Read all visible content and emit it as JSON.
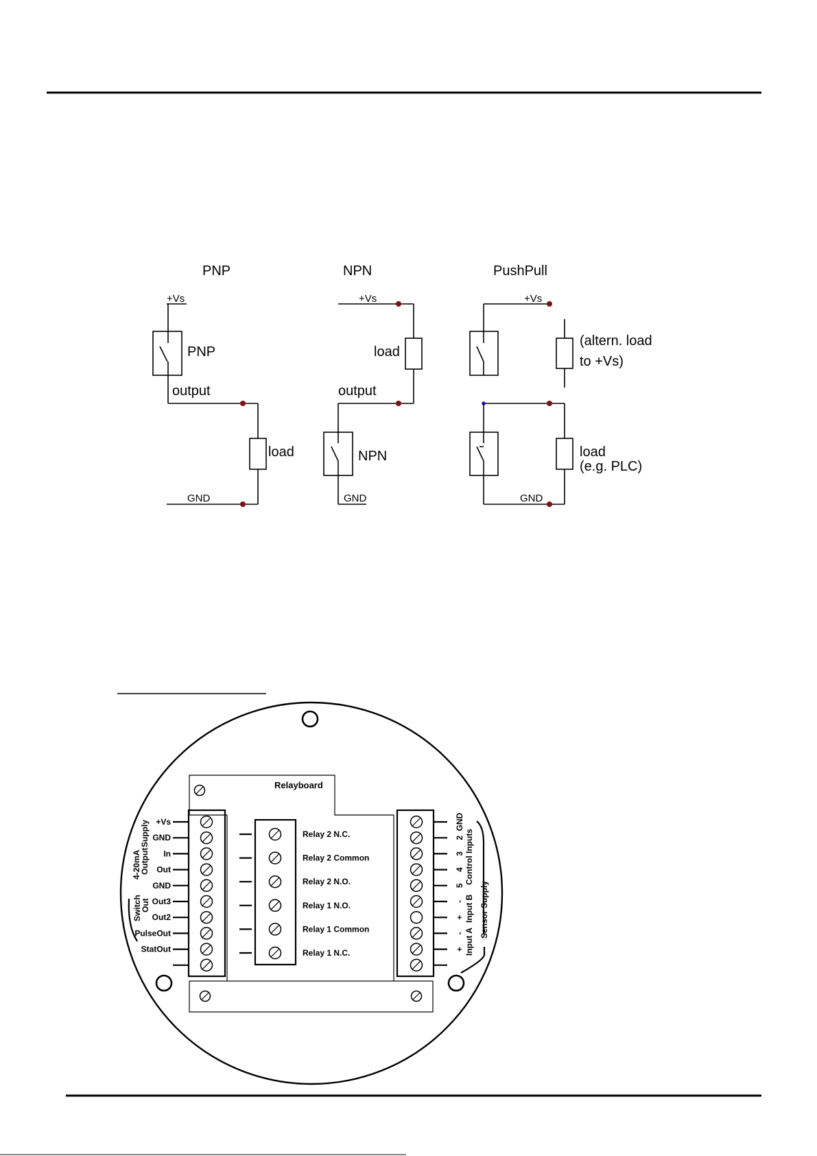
{
  "schematics": {
    "pnp": {
      "title": "PNP",
      "vs": "+Vs",
      "switch": "PNP",
      "output": "output",
      "load": "load",
      "gnd": "GND"
    },
    "npn": {
      "title": "NPN",
      "vs": "+Vs",
      "load": "load",
      "output": "output",
      "switch": "NPN",
      "gnd": "GND"
    },
    "pushpull": {
      "title": "PushPull",
      "vs": "+Vs",
      "alt_load_1": "(altern. load",
      "alt_load_2": "to +Vs)",
      "load_1": "load",
      "load_2": "(e.g. PLC)",
      "gnd": "GND"
    }
  },
  "board": {
    "relayboard_label": "Relayboard",
    "left_terminals": [
      "+Vs",
      "GND",
      "In",
      "Out",
      "GND",
      "Out3",
      "Out2",
      "PulseOut",
      "StatOut",
      ""
    ],
    "left_groups": {
      "supply": "Supply",
      "output_a": "4-20mA",
      "output_b": "Output",
      "switch_a": "Switch",
      "switch_b": "Out"
    },
    "relays": [
      "Relay 2 N.C.",
      "Relay 2 Common",
      "Relay 2 N.O.",
      "Relay 1 N.O.",
      "Relay 1 Common",
      "Relay 1 N.C."
    ],
    "right_terminals": [
      "GND",
      "2",
      "3",
      "4",
      "5",
      "-",
      "+",
      "-",
      "+",
      ""
    ],
    "right_groups": {
      "control_inputs": "Control Inputs",
      "input_b": "Input B",
      "input_a": "Input A",
      "sensor_supply": "Sensor Supply"
    }
  }
}
